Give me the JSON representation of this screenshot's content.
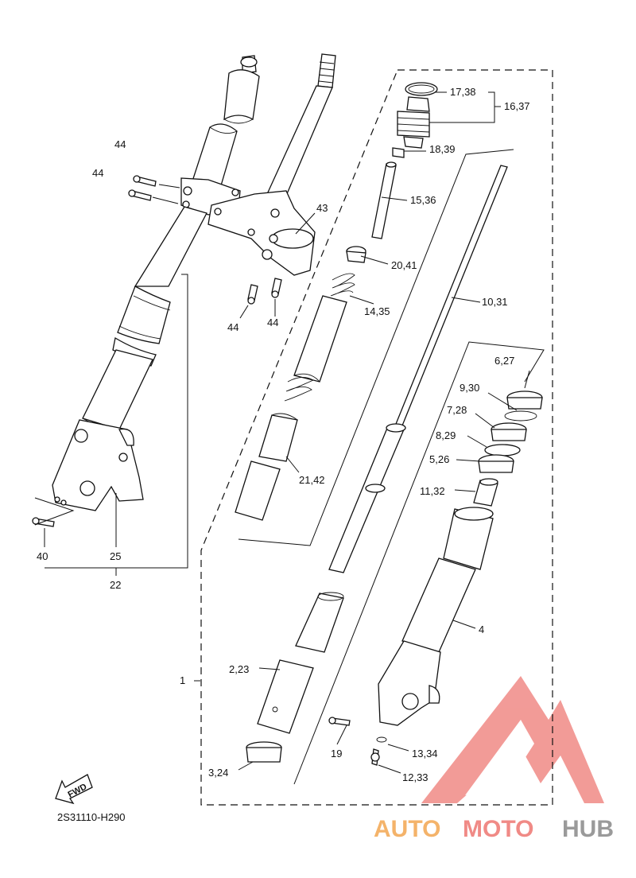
{
  "diagram_code": "2S31110-H290",
  "fwd_label": "FWD",
  "watermark": {
    "part1": "AUTO",
    "part2": "MOTO",
    "part3": "HUB",
    "colors": {
      "auto": "#f4b36a",
      "moto": "#f08a86",
      "hub": "#9a9a9a",
      "logo": "#f08a86"
    }
  },
  "callouts": {
    "c1738": "17,38",
    "c1637": "16,37",
    "c1839": "18,39",
    "c1536": "15,36",
    "c43": "43",
    "c2041": "20,41",
    "c1435": "14,35",
    "c1031": "10,31",
    "c44a": "44",
    "c44b": "44",
    "c44c": "44",
    "c44d": "44",
    "c627": "6,27",
    "c930": "9,30",
    "c728": "7,28",
    "c829": "8,29",
    "c526": "5,26",
    "c1132": "11,32",
    "c2142": "21,42",
    "c4": "4",
    "c1": "1",
    "c223": "2,23",
    "c19": "19",
    "c1334": "13,34",
    "c1233": "12,33",
    "c324": "3,24",
    "c40": "40",
    "c25": "25",
    "c22": "22"
  }
}
